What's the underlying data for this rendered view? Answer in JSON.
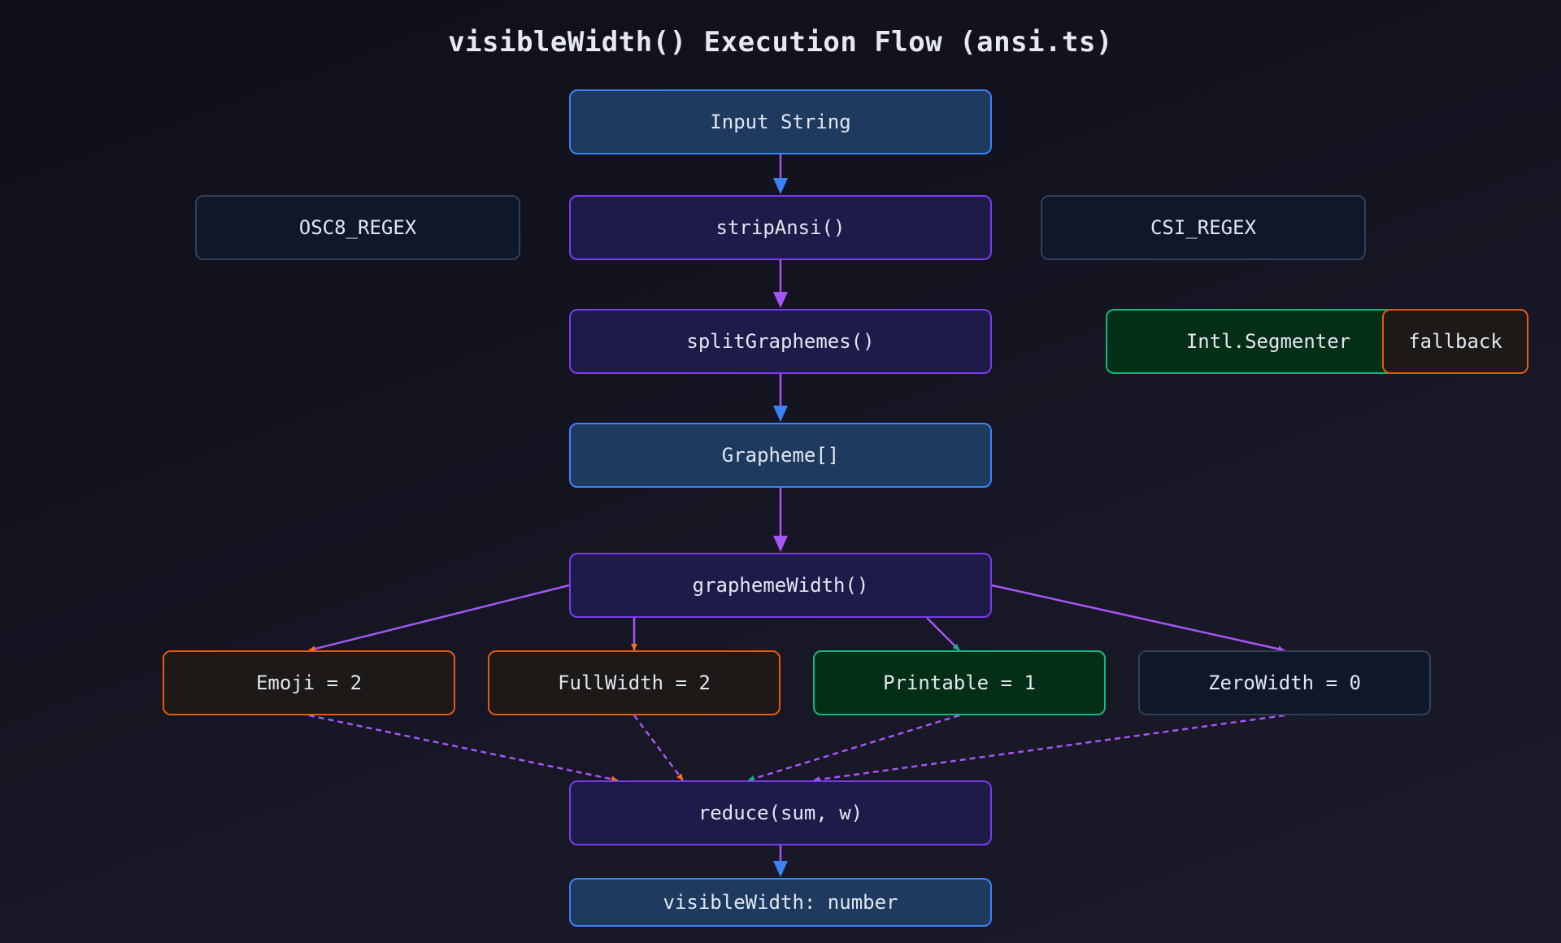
{
  "title": "visibleWidth() Execution Flow (ansi.ts)",
  "colors": {
    "blue": "#3b82f6",
    "purple": "#a855f7",
    "orange": "#f97316",
    "green": "#10b981",
    "gray": "#334155"
  },
  "nodes": {
    "input": "Input String",
    "strip_ansi": "stripAnsi()",
    "osc8_regex": "OSC8_REGEX",
    "csi_regex": "CSI_REGEX",
    "split_graphemes": "splitGraphemes()",
    "intl_segmenter": "Intl.Segmenter",
    "fallback": "fallback",
    "grapheme_array": "Grapheme[]",
    "grapheme_width": "graphemeWidth()",
    "emoji": "Emoji = 2",
    "fullwidth": "FullWidth = 2",
    "printable": "Printable = 1",
    "zerowidth": "ZeroWidth = 0",
    "reduce": "reduce(sum, w)",
    "output": "visibleWidth: number"
  },
  "edges": [
    {
      "from": "Input String",
      "to": "stripAnsi()",
      "color": "blue",
      "style": "solid"
    },
    {
      "from": "stripAnsi()",
      "to": "splitGraphemes()",
      "color": "purple",
      "style": "solid"
    },
    {
      "from": "splitGraphemes()",
      "to": "Grapheme[]",
      "color": "blue",
      "style": "solid"
    },
    {
      "from": "Grapheme[]",
      "to": "graphemeWidth()",
      "color": "purple",
      "style": "solid"
    },
    {
      "from": "graphemeWidth()",
      "to": "Emoji = 2",
      "color": "orange",
      "style": "solid"
    },
    {
      "from": "graphemeWidth()",
      "to": "FullWidth = 2",
      "color": "orange",
      "style": "solid"
    },
    {
      "from": "graphemeWidth()",
      "to": "Printable = 1",
      "color": "green",
      "style": "solid"
    },
    {
      "from": "graphemeWidth()",
      "to": "ZeroWidth = 0",
      "color": "purple",
      "style": "solid"
    },
    {
      "from": "Emoji = 2",
      "to": "reduce(sum, w)",
      "color": "orange",
      "style": "dashed"
    },
    {
      "from": "FullWidth = 2",
      "to": "reduce(sum, w)",
      "color": "orange",
      "style": "dashed"
    },
    {
      "from": "Printable = 1",
      "to": "reduce(sum, w)",
      "color": "green",
      "style": "dashed"
    },
    {
      "from": "ZeroWidth = 0",
      "to": "reduce(sum, w)",
      "color": "purple",
      "style": "dashed"
    },
    {
      "from": "reduce(sum, w)",
      "to": "visibleWidth: number",
      "color": "blue",
      "style": "solid"
    }
  ]
}
